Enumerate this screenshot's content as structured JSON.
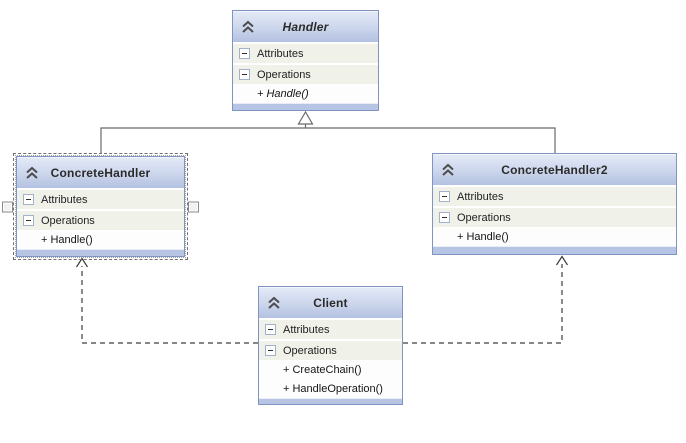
{
  "diagram": {
    "classes": {
      "handler": {
        "title": "Handler",
        "abstract": true,
        "attributes_label": "Attributes",
        "operations_label": "Operations",
        "operations": [
          "+ Handle()"
        ]
      },
      "concreteHandler": {
        "title": "ConcreteHandler",
        "selected": true,
        "attributes_label": "Attributes",
        "operations_label": "Operations",
        "operations": [
          "+ Handle()"
        ]
      },
      "concreteHandler2": {
        "title": "ConcreteHandler2",
        "attributes_label": "Attributes",
        "operations_label": "Operations",
        "operations": [
          "+ Handle()"
        ]
      },
      "client": {
        "title": "Client",
        "attributes_label": "Attributes",
        "operations_label": "Operations",
        "operations": [
          "+ CreateChain()",
          "+ HandleOperation()"
        ]
      }
    },
    "connectors": {
      "inheritance": [
        {
          "from": "ConcreteHandler",
          "to": "Handler",
          "type": "inheritance"
        },
        {
          "from": "ConcreteHandler2",
          "to": "Handler",
          "type": "inheritance"
        }
      ],
      "dependencies": [
        {
          "from": "Client",
          "to": "ConcreteHandler",
          "type": "dashed-dependency"
        },
        {
          "from": "Client",
          "to": "ConcreteHandler2",
          "type": "dashed-dependency"
        }
      ]
    },
    "icons": {
      "collapse_class": "double-chevron-up-icon",
      "collapse_section": "minus-box-icon"
    },
    "colors": {
      "header_gradient_top": "#e4eaf7",
      "header_gradient_bottom": "#b3c1e1",
      "box_border": "#8094c4",
      "section_row_bg": "#f0f2ea",
      "member_row_bg": "#fdfdfd",
      "footer_strip": "#b7c4e3",
      "inheritance_line": "#6b6b6b",
      "dependency_line": "#3d3d3d",
      "selection_border": "#6f6f6f"
    }
  }
}
